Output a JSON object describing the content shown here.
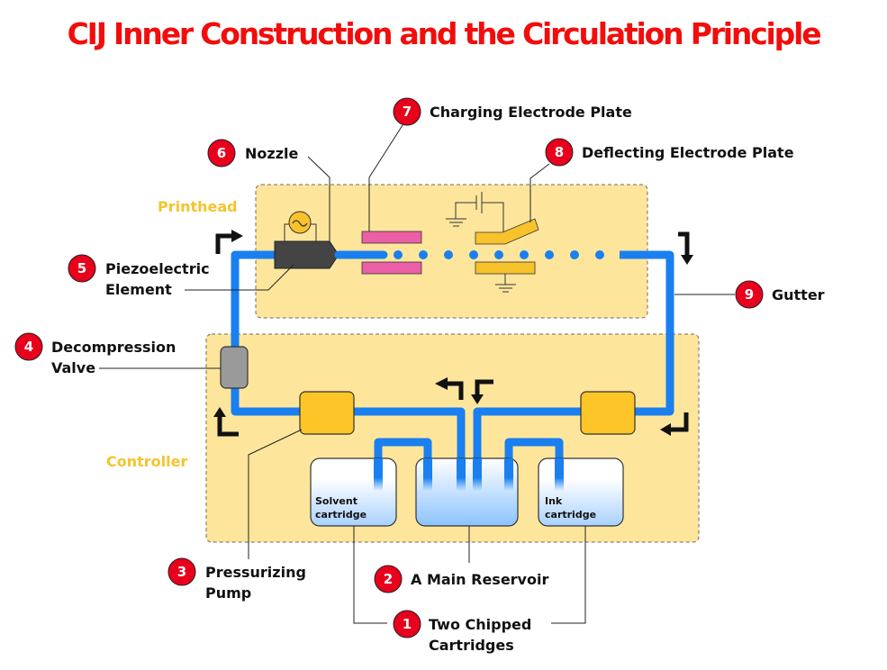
{
  "title": "CIJ Inner Construction and the Circulation Principle",
  "sections": {
    "printhead": "Printhead",
    "controller": "Controller"
  },
  "cartridges": {
    "solvent": [
      "Solvent",
      "cartridge"
    ],
    "ink": [
      "Ink",
      "cartridge"
    ]
  },
  "callouts": [
    {
      "num": "1",
      "lines": [
        "Two Chipped",
        "Cartridges"
      ]
    },
    {
      "num": "2",
      "lines": [
        "A Main Reservoir"
      ]
    },
    {
      "num": "3",
      "lines": [
        "Pressurizing",
        "Pump"
      ]
    },
    {
      "num": "4",
      "lines": [
        "Decompression",
        "Valve"
      ]
    },
    {
      "num": "5",
      "lines": [
        "Piezoelectric",
        "Element"
      ]
    },
    {
      "num": "6",
      "lines": [
        "Nozzle"
      ]
    },
    {
      "num": "7",
      "lines": [
        "Charging Electrode Plate"
      ]
    },
    {
      "num": "8",
      "lines": [
        "Deflecting Electrode Plate"
      ]
    },
    {
      "num": "9",
      "lines": [
        "Gutter"
      ]
    }
  ],
  "colors": {
    "title": "#f20d0d",
    "callout_badge": "#e8001c",
    "panel_fill": "#fde69c",
    "section_label": "#f5c42c",
    "pipe": "#1a7ff0",
    "pump": "#fdc527",
    "charging_plate": "#ea5fa6",
    "deflecting_plate": "#f8c22c",
    "nozzle": "#444444",
    "valve": "#9a9a9a"
  }
}
